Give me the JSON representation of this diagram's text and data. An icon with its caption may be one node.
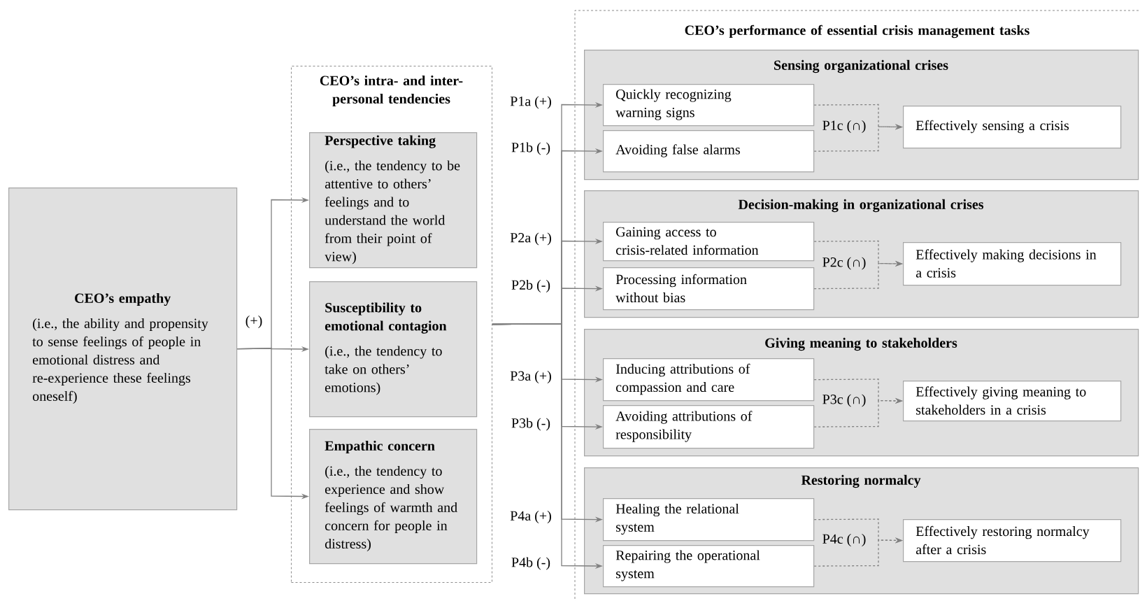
{
  "diagram": {
    "nodes": [
      {
        "text": [
          "CEO’s empathy",
          "(i.e., the ability and propensity to sense feelings of people in emotional distress and re-experience these feelings oneself)"
        ]
      },
      {
        "text": [
          "CEO’s intra- and inter-personal tendencies"
        ]
      },
      {
        "text": [
          "Perspective taking",
          "(i.e., the tendency to be attentive to others’ feelings and to understand the world from their point of view)"
        ],
        "in": 1
      },
      {
        "text": [
          "Susceptibility to emotional contagion",
          "(i.e., the tendency to take on others’ emotions)"
        ],
        "in": 1
      },
      {
        "text": [
          "Empathic concern",
          "(i.e., the tendency to experience and show feelings of warmth and concern for people in distress)"
        ],
        "in": 1
      },
      {
        "text": [
          "CEO’s performance of essential crisis management tasks"
        ]
      },
      {
        "text": [
          "Sensing organizational crises"
        ],
        "in": 5
      },
      {
        "text": [
          "Quickly recognizing warning signs"
        ],
        "in": 6
      },
      {
        "text": [
          "Avoiding false alarms"
        ],
        "in": 6
      },
      {
        "text": [
          "Effectively sensing a crisis"
        ],
        "in": 6
      },
      {
        "text": [
          "Decision-making in organizational crises"
        ],
        "in": 5
      },
      {
        "text": [
          "Gaining access to crisis-related information"
        ],
        "in": 10
      },
      {
        "text": [
          "Processing information without bias"
        ],
        "in": 10
      },
      {
        "text": [
          "Effectively making decisions in a crisis"
        ],
        "in": 10
      },
      {
        "text": [
          "Giving meaning to stakeholders"
        ],
        "in": 5
      },
      {
        "text": [
          "Inducing attributions of compassion and care"
        ],
        "in": 14
      },
      {
        "text": [
          "Avoiding attributions of responsibility"
        ],
        "in": 14
      },
      {
        "text": [
          "Effectively giving meaning to stakeholders in a crisis"
        ],
        "in": 14
      },
      {
        "text": [
          "Restoring normalcy"
        ],
        "in": 5
      },
      {
        "text": [
          "Healing the relational system"
        ],
        "in": 18
      },
      {
        "text": [
          "Repairing the operational system"
        ],
        "in": 18
      },
      {
        "text": [
          "Effectively restoring normalcy after a crisis"
        ],
        "in": 18
      }
    ],
    "edges": [
      {
        "from": 0,
        "to": 2,
        "arrow": "to"
      },
      {
        "from": 0,
        "to": 3,
        "arrow": "to",
        "label": "(+)"
      },
      {
        "from": 0,
        "to": 4,
        "arrow": "to"
      },
      {
        "from": 1,
        "to": 7,
        "arrow": "to",
        "label": "P1a (+)"
      },
      {
        "from": 1,
        "to": 8,
        "arrow": "to",
        "label": "P1b (-)"
      },
      {
        "from": 1,
        "to": 11,
        "arrow": "to",
        "label": "P2a (+)"
      },
      {
        "from": 1,
        "to": 12,
        "arrow": "to",
        "label": "P2b (-)"
      },
      {
        "from": 1,
        "to": 15,
        "arrow": "to",
        "label": "P3a (+)"
      },
      {
        "from": 1,
        "to": 16,
        "arrow": "to",
        "label": "P3b (-)"
      },
      {
        "from": 1,
        "to": 19,
        "arrow": "to",
        "label": "P4a (+)"
      },
      {
        "from": 1,
        "to": 20,
        "arrow": "to",
        "label": "P4b (-)"
      },
      {
        "from": 7,
        "to": 9,
        "arrow": "to",
        "style": "dashed",
        "label": "P1c (∩)"
      },
      {
        "from": 8,
        "to": 9,
        "arrow": "to",
        "style": "dashed"
      },
      {
        "from": 11,
        "to": 13,
        "arrow": "to",
        "style": "dashed",
        "label": "P2c (∩)"
      },
      {
        "from": 12,
        "to": 13,
        "arrow": "to",
        "style": "dashed"
      },
      {
        "from": 15,
        "to": 17,
        "arrow": "to",
        "style": "dashed",
        "label": "P3c (∩)"
      },
      {
        "from": 16,
        "to": 17,
        "arrow": "to",
        "style": "dashed"
      },
      {
        "from": 19,
        "to": 21,
        "arrow": "to",
        "style": "dashed",
        "label": "P4c (∩)"
      },
      {
        "from": 20,
        "to": 21,
        "arrow": "to",
        "style": "dashed"
      }
    ]
  }
}
